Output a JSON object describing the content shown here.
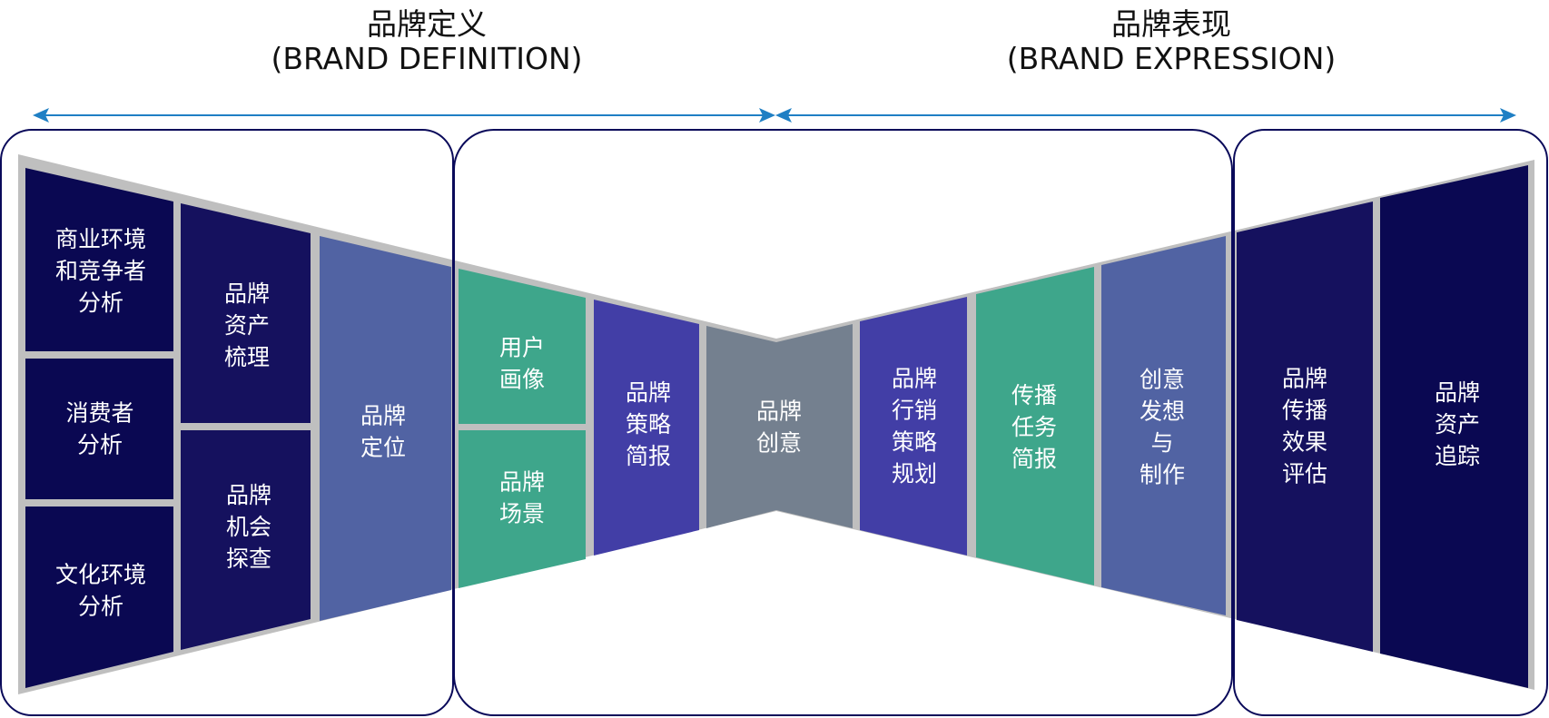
{
  "headings": {
    "definition": {
      "cn": "品牌定义",
      "en": "(BRAND DEFINITION)"
    },
    "expression": {
      "cn": "品牌表现",
      "en": "(BRAND EXPRESSION)"
    }
  },
  "colors": {
    "frame": "#0a0a5a",
    "arrow": "#1f7fc4",
    "funnel_bg": "#bfbfbf",
    "navy": "#0a0852",
    "dark_indigo": "#15115e",
    "slate_blue": "#5163a3",
    "teal": "#3ea68b",
    "violet": "#423ea6",
    "gray": "#74808f",
    "text_light": "#ffffff"
  },
  "blocks": [
    {
      "id": "business-env",
      "lines": [
        "商业环境",
        "和竞争者",
        "分析"
      ]
    },
    {
      "id": "consumer",
      "lines": [
        "消费者",
        "分析"
      ]
    },
    {
      "id": "culture-env",
      "lines": [
        "文化环境",
        "分析"
      ]
    },
    {
      "id": "brand-assets-review",
      "lines": [
        "品牌",
        "资产",
        "梳理"
      ]
    },
    {
      "id": "brand-opportunity",
      "lines": [
        "品牌",
        "机会",
        "探查"
      ]
    },
    {
      "id": "brand-positioning",
      "lines": [
        "品牌",
        "定位"
      ]
    },
    {
      "id": "user-persona",
      "lines": [
        "用户",
        "画像"
      ]
    },
    {
      "id": "brand-scenario",
      "lines": [
        "品牌",
        "场景"
      ]
    },
    {
      "id": "brand-strategy-brief",
      "lines": [
        "品牌",
        "策略",
        "简报"
      ]
    },
    {
      "id": "brand-creative",
      "lines": [
        "品牌",
        "创意"
      ]
    },
    {
      "id": "marketing-strategy",
      "lines": [
        "品牌",
        "行销",
        "策略",
        "规划"
      ]
    },
    {
      "id": "comm-task-brief",
      "lines": [
        "传播",
        "任务",
        "简报"
      ]
    },
    {
      "id": "creative-ideation",
      "lines": [
        "创意",
        "发想",
        "与",
        "制作"
      ]
    },
    {
      "id": "comm-effect-eval",
      "lines": [
        "品牌",
        "传播",
        "效果",
        "评估"
      ]
    },
    {
      "id": "brand-asset-tracking",
      "lines": [
        "品牌",
        "资产",
        "追踪"
      ]
    }
  ]
}
